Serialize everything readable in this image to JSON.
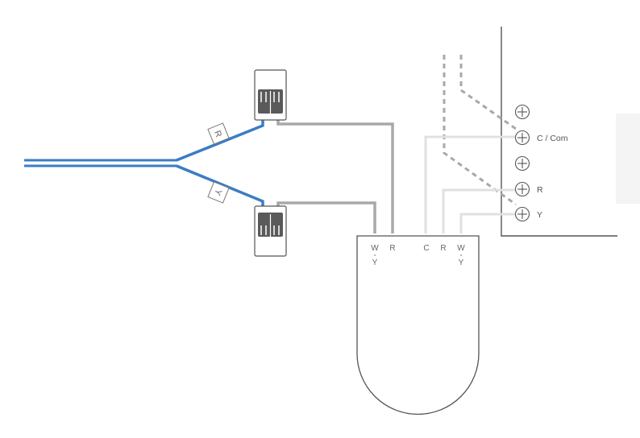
{
  "colors": {
    "feed_wire": "#3b7dc4",
    "adapter_wire": "#a8a8a8",
    "terminal_wire": "#e0e0e0",
    "dashed_wire": "#a8a8a8",
    "outline": "#555555",
    "connector_fill": "#5a5a5a",
    "side_panel": "#f4f4f4"
  },
  "wire_tags": {
    "top": "R",
    "bottom": "Y"
  },
  "terminals": [
    {
      "icon": "plus-circle-icon",
      "label": ""
    },
    {
      "icon": "plus-circle-icon",
      "label": "C / Com"
    },
    {
      "icon": "plus-circle-icon",
      "label": ""
    },
    {
      "icon": "plus-circle-icon",
      "label": "R"
    },
    {
      "icon": "plus-circle-icon",
      "label": "Y"
    }
  ],
  "adapter": {
    "labels": [
      "W",
      "R",
      "C",
      "R",
      "W"
    ],
    "sublabels": [
      "Y",
      "Y"
    ]
  }
}
